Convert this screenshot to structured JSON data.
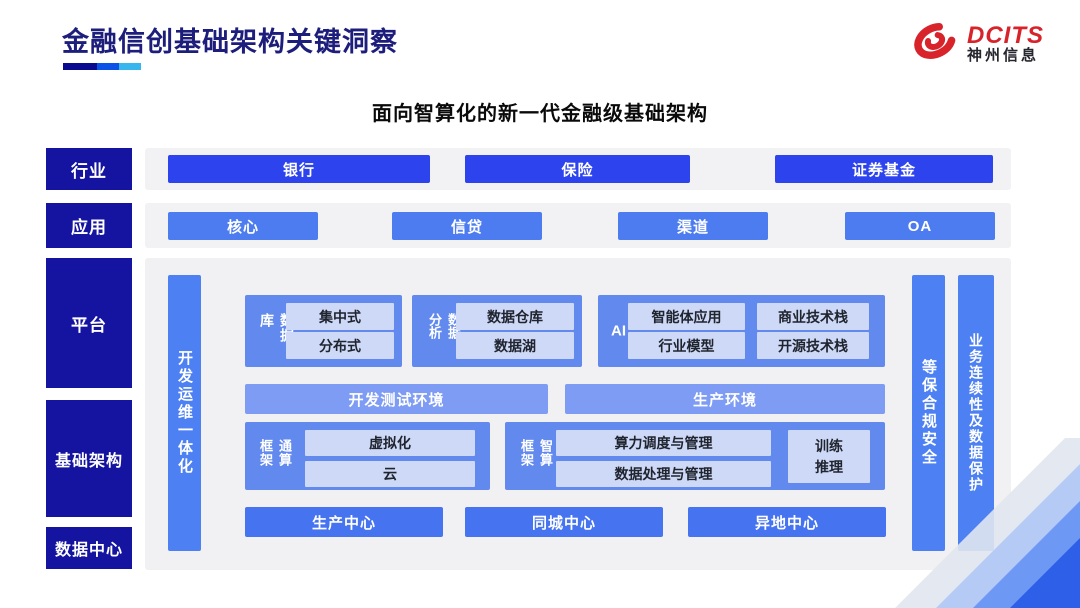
{
  "header": {
    "title": "金融信创基础架构关键洞察",
    "logo": {
      "brand": "DCITS",
      "company": "神州信息"
    }
  },
  "subtitle": "面向智算化的新一代金融级基础架构",
  "layers": {
    "industry": {
      "label": "行业",
      "items": [
        "银行",
        "保险",
        "证券基金"
      ]
    },
    "application": {
      "label": "应用",
      "items": [
        "核心",
        "信贷",
        "渠道",
        "OA"
      ]
    },
    "platform": {
      "label": "平台"
    },
    "infrastructure": {
      "label": "基础架构"
    },
    "datacenter": {
      "label": "数据中心"
    }
  },
  "diagram": {
    "devops_bar": "开发运维一体化",
    "database": {
      "label": "数据库",
      "items": [
        "集中式",
        "分布式"
      ]
    },
    "analytics": {
      "label": "数据分析",
      "items": [
        "数据仓库",
        "数据湖"
      ]
    },
    "ai": {
      "label": "AI",
      "items": [
        "智能体应用",
        "商业技术栈",
        "行业模型",
        "开源技术栈"
      ]
    },
    "environments": [
      "开发测试环境",
      "生产环境"
    ],
    "general_compute": {
      "label": "通算框架",
      "items": [
        "虚拟化",
        "云"
      ]
    },
    "intelligent_compute": {
      "label": "智算框架",
      "items": [
        "算力调度与管理",
        "数据处理与管理"
      ],
      "side_label": "训练推理"
    },
    "centers": [
      "生产中心",
      "同城中心",
      "异地中心"
    ],
    "security_bar": "等保合规安全",
    "continuity_bar": "业务连续性及数据保护"
  },
  "colors": {
    "title_navy": "#1d1d7c",
    "layer_navy": "#1414a0",
    "industry_blue": "#2c43ed",
    "application_blue": "#4c7cf0",
    "group_blue": "#6289ee",
    "inner_light_blue": "#cdd9f6",
    "env_blue": "#7e9cf3",
    "side_bar_blue": "#4d80f2",
    "center_blue": "#4673f0",
    "brand_red": "#d8232a",
    "accent_dark": "#0a0a8f",
    "accent_mid": "#0b52e6",
    "accent_light": "#36b6ec",
    "panel_gray": "#f1f1f4"
  }
}
